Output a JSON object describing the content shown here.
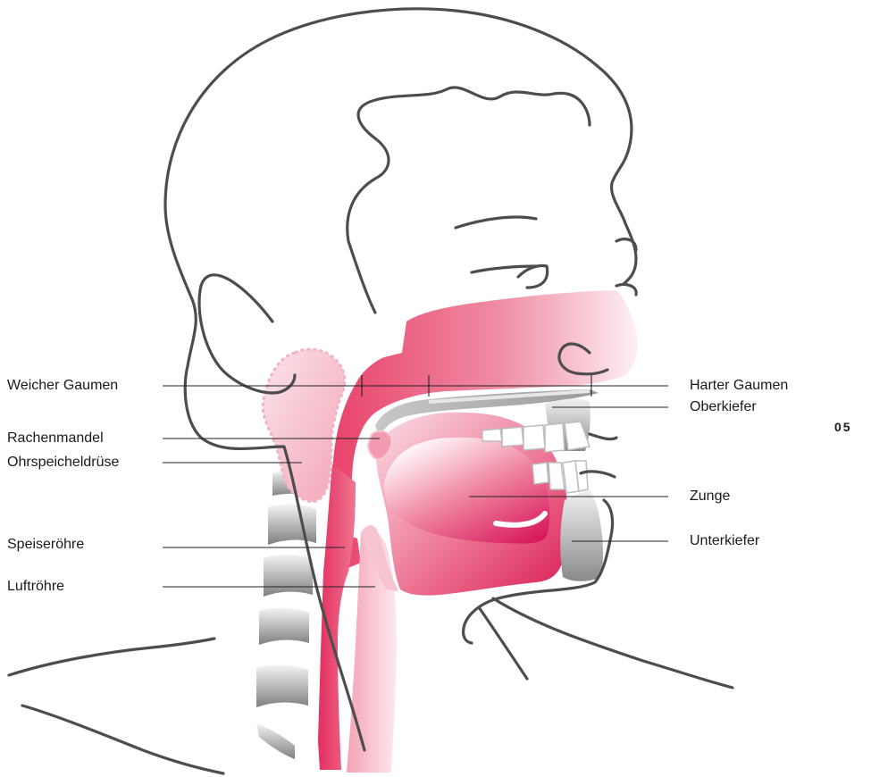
{
  "labels": {
    "weicher_gaumen": "Weicher Gaumen",
    "rachenmandel": "Rachenmandel",
    "ohrspeicheldruese": "Ohrspeicheldrüse",
    "speiseroehre": "Speiseröhre",
    "luftroehre": "Luftröhre",
    "harter_gaumen": "Harter Gaumen",
    "oberkiefer": "Oberkiefer",
    "zunge": "Zunge",
    "unterkiefer": "Unterkiefer"
  },
  "page_number": "05",
  "colors": {
    "tissue_dark": "#e8406a",
    "tissue_light": "#fbe3ea",
    "bone_dark": "#808080",
    "bone_light": "#f2f2f2",
    "outline": "#4d4d4d"
  }
}
